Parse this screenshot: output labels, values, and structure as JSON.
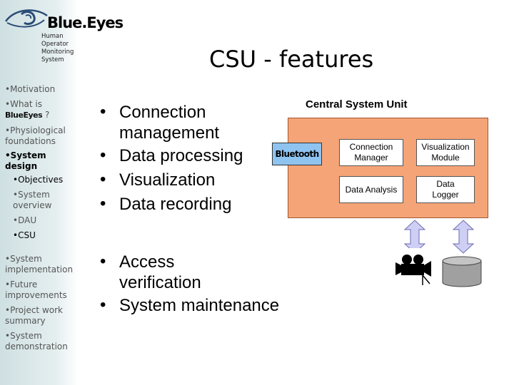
{
  "brand": {
    "name": "Blue.Eyes",
    "subtitle": [
      "Human",
      "Operator",
      "Monitoring",
      "System"
    ]
  },
  "slide": {
    "title": "CSU - features"
  },
  "nav": {
    "motivation": "Motivation",
    "what_is_prefix": "What is",
    "what_is_brand": "BlueEyes",
    "what_is_suffix": " ?",
    "physiological": [
      "Physiological",
      "foundations"
    ],
    "system_design": [
      "System",
      "design"
    ],
    "objectives": "Objectives",
    "system_overview": [
      "System",
      "overview"
    ],
    "dau": "DAU",
    "csu": "CSU",
    "system_implementation": [
      "System",
      "implementation"
    ],
    "future_improvements": [
      "Future",
      "improvements"
    ],
    "project_work_summary": [
      "Project work",
      "summary"
    ],
    "system_demonstration": [
      "System",
      "demonstration"
    ]
  },
  "features": [
    [
      "Connection",
      "management"
    ],
    [
      "Data processing"
    ],
    [
      "Visualization"
    ],
    [
      "Data recording"
    ]
  ],
  "features2": [
    [
      "Access",
      "verification"
    ],
    [
      "System maintenance"
    ]
  ],
  "diagram": {
    "csu_label": "Central System Unit",
    "bluetooth": "Bluetooth",
    "modules": {
      "connection_manager": [
        "Connection",
        "Manager"
      ],
      "visualization_module": [
        "Visualization",
        "Module"
      ],
      "data_analysis": [
        "Data Analysis"
      ],
      "data_logger": [
        "Data",
        "Logger"
      ]
    },
    "colors": {
      "csu_fill": "#f5a477",
      "bluetooth_fill": "#8fc3f0",
      "arrow_fill": "#cfcff5"
    }
  }
}
